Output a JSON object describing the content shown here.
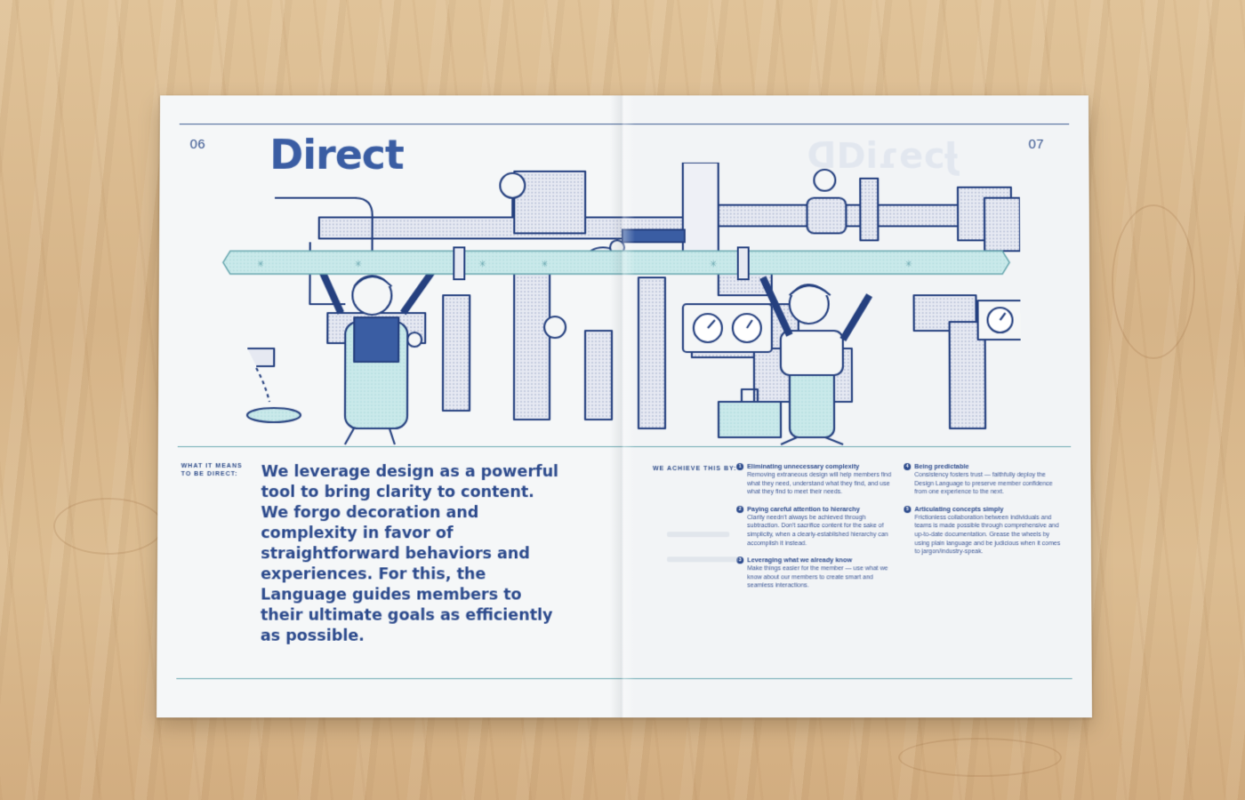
{
  "spread": {
    "left_page_number": "06",
    "right_page_number": "07",
    "title": "Direct",
    "intro_label": "WHAT IT MEANS\nTO BE DIRECT:",
    "lead_text": "We leverage design as a powerful tool to bring clarity to content. We forgo decoration and complexity in favor of straightforward behaviors and experiences. For this, the Language guides members to their ultimate goals as efficiently as possible.",
    "achieve_label": "WE ACHIEVE THIS BY:",
    "items": [
      {
        "number": "1",
        "heading": "Eliminating unnecessary complexity",
        "body": "Removing extraneous design will help members find what they need, understand what they find, and use what they find to meet their needs."
      },
      {
        "number": "2",
        "heading": "Paying careful attention to hierarchy",
        "body": "Clarity needn't always be achieved through subtraction. Don't sacrifice content for the sake of simplicity, when a clearly-established hierarchy can accomplish it instead."
      },
      {
        "number": "3",
        "heading": "Leveraging what we already know",
        "body": "Make things easier for the member — use what we know about our members to create smart and seamless interactions."
      },
      {
        "number": "4",
        "heading": "Being predictable",
        "body": "Consistency fosters trust — faithfully deploy the Design Language to preserve member confidence from one experience to the next."
      },
      {
        "number": "5",
        "heading": "Articulating concepts simply",
        "body": "Frictionless collaboration between individuals and teams is made possible through comprehensive and up-to-date documentation. Grease the wheels by using plain language and be judicious when it comes to jargon/industry-speak."
      }
    ]
  },
  "colors": {
    "ink": "#2c4a8c",
    "title": "#3a5da3",
    "teal_pipe": "#bfe3e6",
    "paper": "#f4f6f7",
    "wood": "#d8b98e"
  }
}
